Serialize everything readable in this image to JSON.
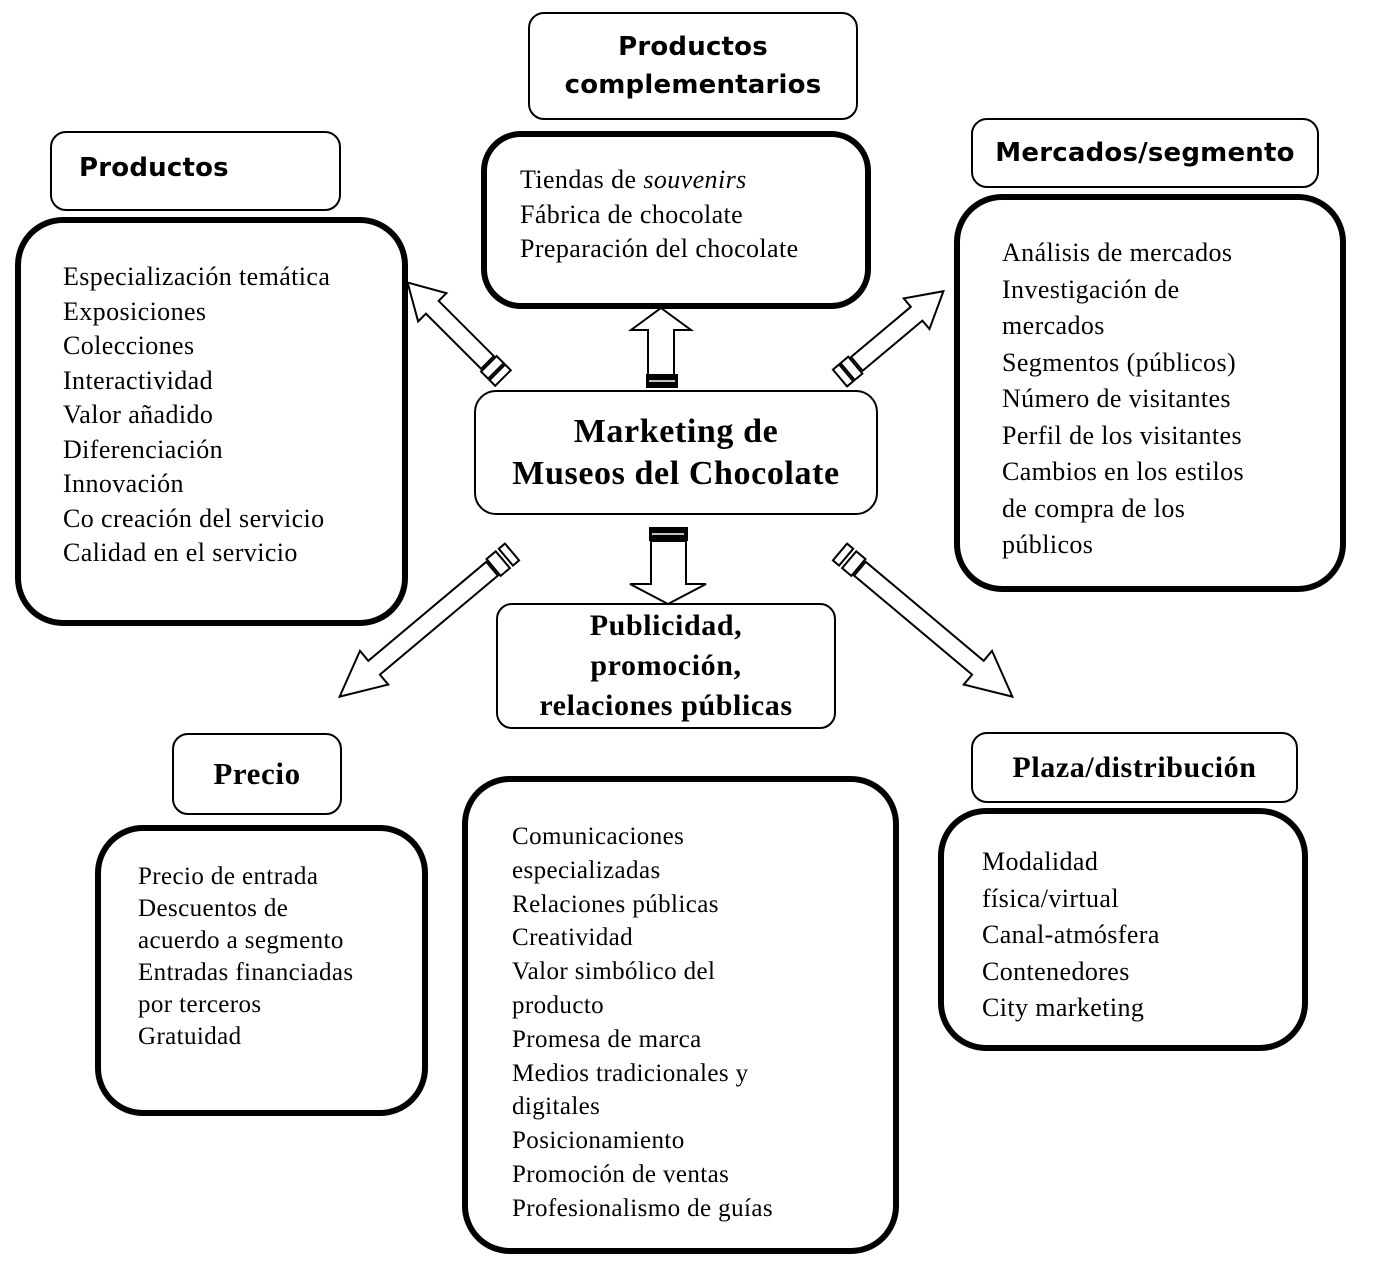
{
  "center": {
    "line1": "Marketing de",
    "line2": "Museos del Chocolate"
  },
  "productos_complementarios": {
    "title_line1": "Productos",
    "title_line2": "complementarios",
    "items_prefix_0": "Tiendas de ",
    "items_italic_0": "souvenirs",
    "items": [
      "Fábrica de chocolate",
      "Preparación del chocolate"
    ]
  },
  "productos": {
    "title": "Productos",
    "items": [
      "Especialización temática",
      "Exposiciones",
      "Colecciones",
      "Interactividad",
      "Valor añadido",
      "Diferenciación",
      "Innovación",
      "Co creación del servicio",
      "Calidad en el servicio"
    ]
  },
  "mercados": {
    "title": "Mercados/segmento",
    "items": [
      "Análisis de mercados",
      "Investigación de",
      "mercados",
      "Segmentos (públicos)",
      "Número de visitantes",
      "Perfil de los visitantes",
      "Cambios en los estilos",
      "de compra de los",
      "públicos"
    ]
  },
  "precio": {
    "title": "Precio",
    "items": [
      "Precio de entrada",
      "Descuentos de",
      "acuerdo a segmento",
      "Entradas financiadas",
      "por terceros",
      "Gratuidad"
    ]
  },
  "publicidad": {
    "title_line1": "Publicidad,",
    "title_line2": "promoción,",
    "title_line3": "relaciones públicas",
    "items": [
      "Comunicaciones",
      "especializadas",
      "Relaciones públicas",
      "Creatividad",
      "Valor simbólico del",
      "producto",
      "Promesa de marca",
      "Medios tradicionales y",
      "digitales",
      "Posicionamiento",
      "Promoción de ventas",
      "Profesionalismo de guías"
    ]
  },
  "plaza": {
    "title": "Plaza/distribución",
    "items": [
      "Modalidad",
      "física/virtual",
      "Canal-atmósfera",
      "Contenedores",
      "City marketing"
    ]
  },
  "arrows": [
    {
      "from": "center",
      "to": "productos_complementarios",
      "direction": "up"
    },
    {
      "from": "center",
      "to": "productos",
      "direction": "up-left"
    },
    {
      "from": "center",
      "to": "mercados",
      "direction": "up-right"
    },
    {
      "from": "center",
      "to": "publicidad",
      "direction": "down"
    },
    {
      "from": "center",
      "to": "precio",
      "direction": "down-left"
    },
    {
      "from": "center",
      "to": "plaza",
      "direction": "down-right"
    }
  ]
}
